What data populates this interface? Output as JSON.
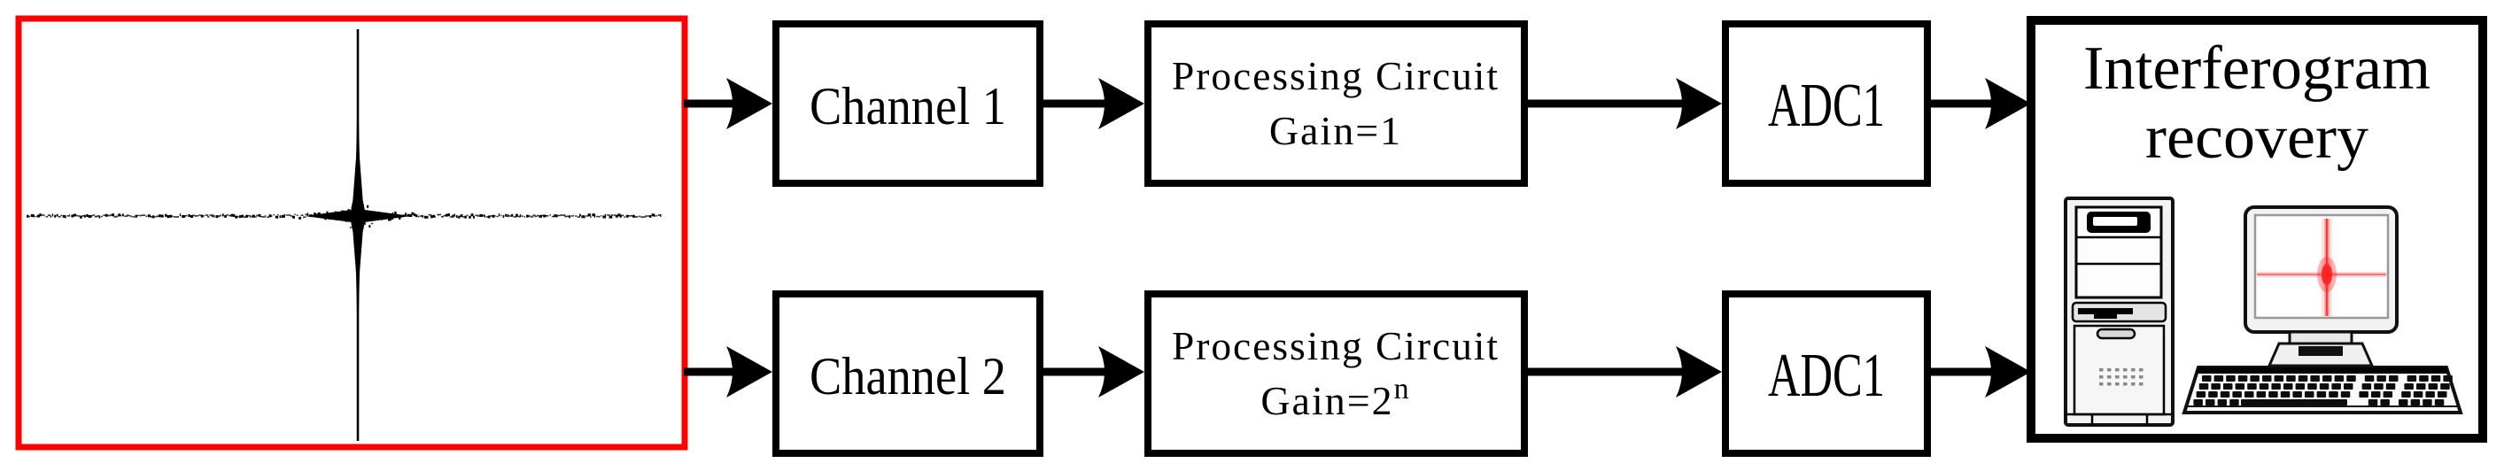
{
  "figure": {
    "colors": {
      "box_red": "#ff0000",
      "diagram_black": "#000000",
      "screen_signal_red": "#ff2222"
    },
    "top_path": {
      "channel_label": "Channel 1",
      "processing_line1": "Processing Circuit",
      "processing_gain_base": "Gain=1",
      "processing_gain_sup": "",
      "adc_label": "ADC1"
    },
    "bottom_path": {
      "channel_label": "Channel 2",
      "processing_line1": "Processing Circuit",
      "processing_gain_base": "Gain=2",
      "processing_gain_sup": "n",
      "adc_label": "ADC1"
    },
    "recovery": {
      "title_line1": "Interferogram",
      "title_line2": "recovery"
    },
    "icons": {
      "source_plot": "interferogram-signal-icon",
      "tower": "pc-tower-icon",
      "monitor": "crt-monitor-icon",
      "screen_plot": "screen-interferogram-icon",
      "keyboard": "keyboard-icon"
    }
  }
}
